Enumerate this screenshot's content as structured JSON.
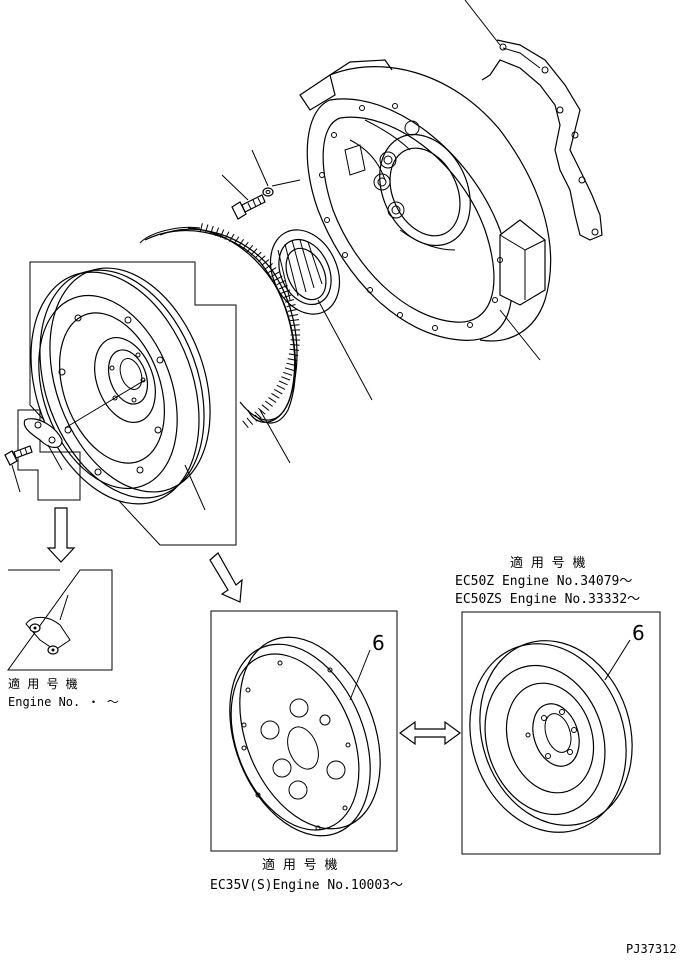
{
  "applicability": {
    "small_box": {
      "heading": "適 用 号 機",
      "text": "Engine No.  ・ ～"
    },
    "middle": {
      "heading": "適 用 号 機",
      "text": "EC35V(S)Engine No.10003～"
    },
    "right": {
      "heading": "適 用 号 機",
      "line1": "EC50Z  Engine No.34079～",
      "line2": "EC50ZS Engine No.33332～"
    }
  },
  "callouts": {
    "middle_part": "6",
    "right_part": "6"
  },
  "figure_code": "PJ37312"
}
